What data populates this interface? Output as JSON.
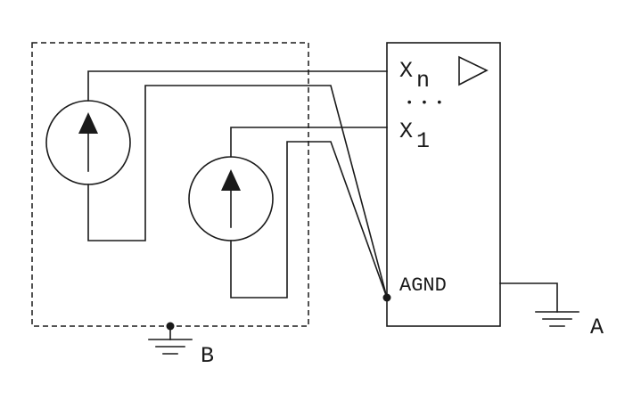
{
  "labels": {
    "xn_main": "X",
    "xn_sub": "n",
    "ellipsis": "•   •   •",
    "x1_main": "X",
    "x1_sub": "1",
    "agnd": "AGND",
    "ground_a": "A",
    "ground_b": "B"
  },
  "icons": {
    "amplifier": "amplifier-triangle-icon",
    "current_source": "current-source-icon",
    "ground": "ground-symbol-icon"
  },
  "colors": {
    "line": "#1a1a1a",
    "background": "#ffffff"
  }
}
